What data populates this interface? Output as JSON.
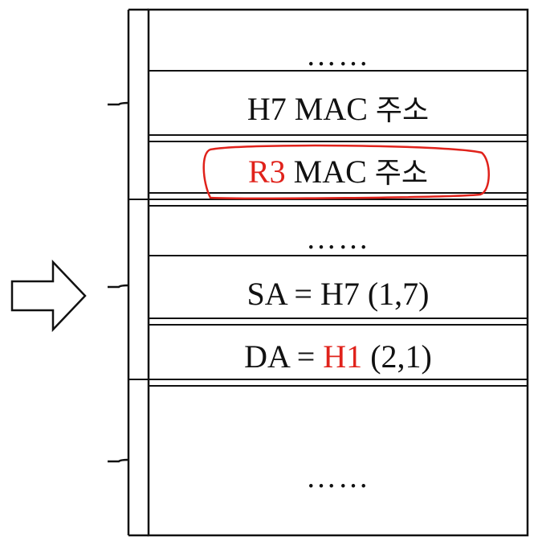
{
  "colors": {
    "line": "#111111",
    "highlight": "#e0221b"
  },
  "icons": {
    "arrow": "right-arrow-icon",
    "brace": "left-brace-icon"
  },
  "stack": {
    "row1": {
      "text": "……"
    },
    "row2": {
      "prefix": "H7",
      "label": "MAC",
      "suffix": "주소"
    },
    "row3": {
      "prefix": "R3",
      "label": "MAC",
      "suffix": "주소"
    },
    "row4": {
      "text": "……"
    },
    "row5": {
      "text": "SA = H7 (1,7)"
    },
    "row6": {
      "left": "DA = ",
      "highlight": "H1",
      "right": " (2,1)"
    },
    "row7": {
      "text": "……"
    }
  }
}
